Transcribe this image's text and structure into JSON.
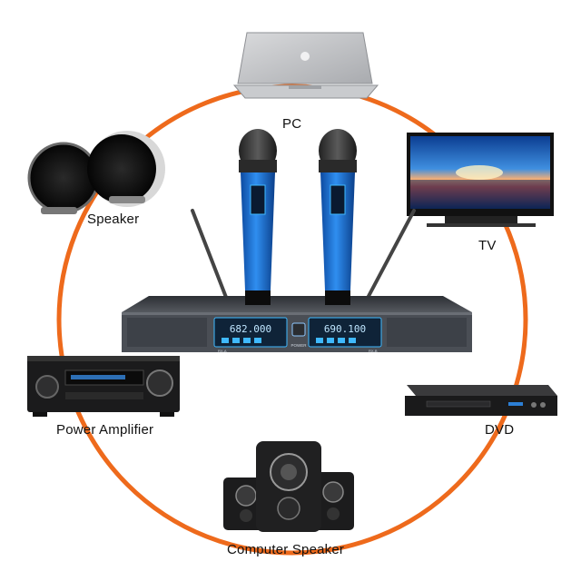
{
  "ring_color": "#ee6a1c",
  "devices": {
    "pc": {
      "label": "PC",
      "icon": "laptop-icon"
    },
    "tv": {
      "label": "TV",
      "icon": "tv-icon"
    },
    "speaker": {
      "label": "Speaker",
      "icon": "speaker-pair-icon"
    },
    "power_amplifier": {
      "label": "Power Amplifier",
      "icon": "amplifier-icon"
    },
    "dvd": {
      "label": "DVD",
      "icon": "dvd-player-icon"
    },
    "computer_speaker": {
      "label": "Computer Speaker",
      "icon": "computer-speaker-set-icon"
    }
  },
  "receiver": {
    "channel_a_freq": "682.000",
    "channel_b_freq": "690.100",
    "power_label": "POWER",
    "channel_a_tag": "RX-A",
    "channel_b_tag": "RX-B",
    "body_color": "#4a4e55",
    "display_color": "#3fb9ff"
  },
  "microphones": {
    "count": 2,
    "color": "#1d6fd1"
  }
}
